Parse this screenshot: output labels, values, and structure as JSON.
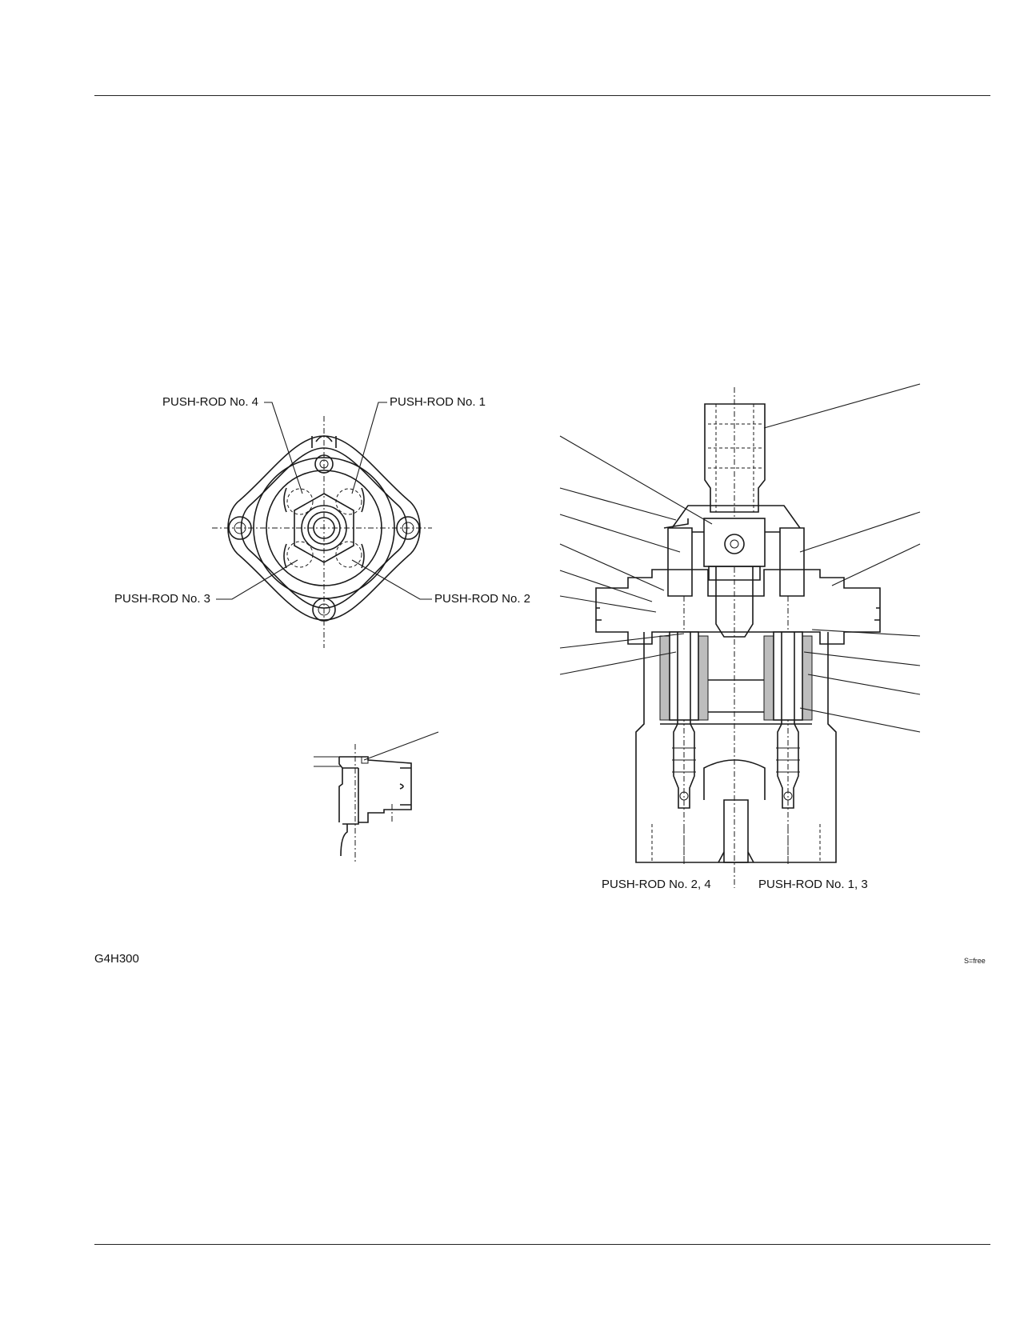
{
  "document": {
    "figure_code": "G4H300",
    "scale_note": "S=free"
  },
  "labels": {
    "pushrod_4": "PUSH-ROD No. 4",
    "pushrod_1": "PUSH-ROD No. 1",
    "pushrod_3": "PUSH-ROD No. 3",
    "pushrod_2": "PUSH-ROD No. 2",
    "pushrod_24": "PUSH-ROD No. 2, 4",
    "pushrod_13": "PUSH-ROD No. 1, 3"
  }
}
